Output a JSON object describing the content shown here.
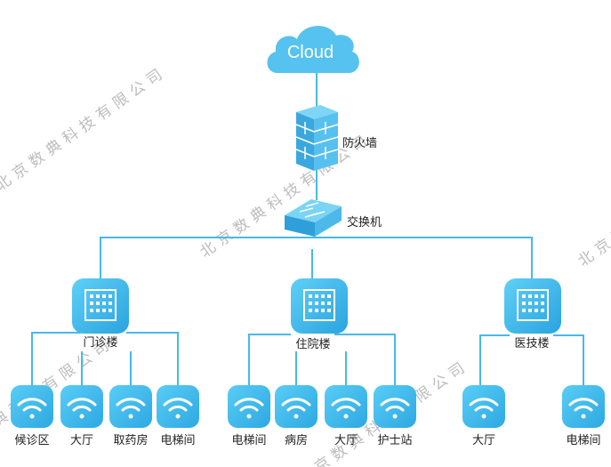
{
  "cloud": {
    "label": "Cloud"
  },
  "firewall": {
    "label": "防火墙"
  },
  "switch": {
    "label": "交换机"
  },
  "buildings": [
    {
      "label": "门诊楼",
      "aps": [
        "候诊区",
        "大厅",
        "取药房",
        "电梯间"
      ]
    },
    {
      "label": "住院楼",
      "aps": [
        "电梯间",
        "病房",
        "大厅",
        "护士站"
      ]
    },
    {
      "label": "医技楼",
      "aps": [
        "大厅",
        "电梯间"
      ]
    }
  ],
  "watermark": "北京数典科技有限公司",
  "colors": {
    "line": "#47b9ea",
    "icon_light": "#4cc3f1",
    "icon_dark": "#1f9ad6",
    "cloud": "#56c2ef"
  }
}
